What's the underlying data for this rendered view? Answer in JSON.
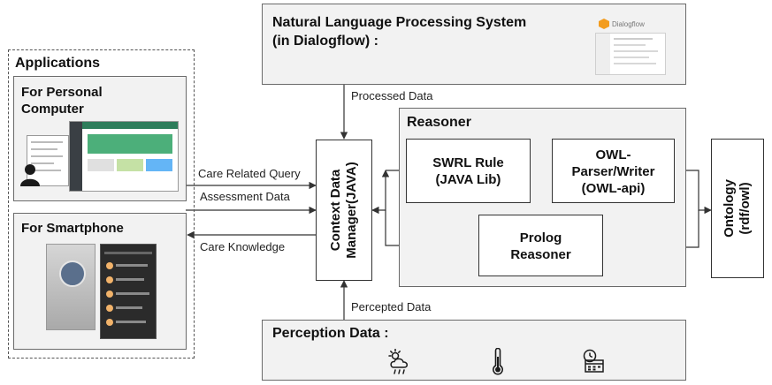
{
  "diagram": {
    "nlp": {
      "title_line1": "Natural Language Processing System",
      "title_line2": "(in Dialogflow) :",
      "logo_text": "Dialogflow"
    },
    "applications": {
      "title": "Applications",
      "pc": {
        "title_line1": "For Personal",
        "title_line2": "Computer"
      },
      "smartphone": {
        "title": "For Smartphone"
      }
    },
    "context_manager": {
      "line1": "Context Data",
      "line2": "Manager(JAVA)"
    },
    "reasoner": {
      "title": "Reasoner",
      "swrl": {
        "line1": "SWRL Rule",
        "line2": "(JAVA Lib)"
      },
      "owl": {
        "line1": "OWL-",
        "line2": "Parser/Writer",
        "line3": "(OWL-api)"
      },
      "prolog": {
        "line1": "Prolog",
        "line2": "Reasoner"
      }
    },
    "ontology": {
      "line1": "Ontology",
      "line2": "(rdf/owl)"
    },
    "perception": {
      "title": "Perception Data :",
      "icons": [
        "weather-icon",
        "thermometer-icon",
        "clock-calendar-icon"
      ]
    },
    "edge_labels": {
      "processed_data": "Processed Data",
      "care_related_query": "Care Related Query",
      "assessment_data": "Assessment Data",
      "care_knowledge": "Care Knowledge",
      "percepted_data": "Percepted Data"
    },
    "colors": {
      "box_fill": "#f2f2f2",
      "box_border": "#6a6a6a",
      "dialogflow_orange": "#f39c1e",
      "screen_green": "#4caf7a",
      "screen_dark": "#2b2b2b"
    }
  }
}
